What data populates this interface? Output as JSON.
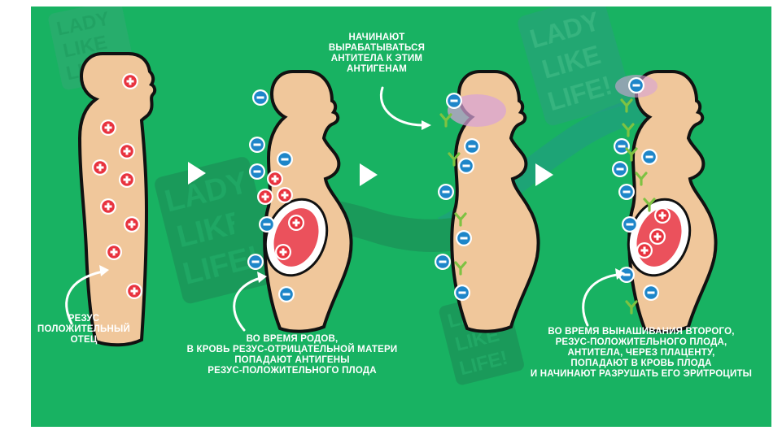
{
  "colors": {
    "background": "#18b262",
    "skin": "#f0c79b",
    "outline": "#111111",
    "positive": "#e8333f",
    "negative": "#1e86c9",
    "antibody": "#7ec242",
    "watermark": "#1f7d52",
    "arrow": "#ffffff"
  },
  "labels": {
    "father": [
      "РЕЗУС",
      "ПОЛОЖИТЕЛЬНЫЙ",
      "ОТЕЦ"
    ],
    "birth": [
      "ВО ВРЕМЯ РОДОВ,",
      "В КРОВЬ РЕЗУС-ОТРИЦАТЕЛЬНОЙ МАТЕРИ",
      "ПОПАДАЮТ АНТИГЕНЫ",
      "РЕЗУС-ПОЛОЖИТЕЛЬНОГО ПЛОДА"
    ],
    "antibodies": [
      "НАЧИНАЮТ",
      "ВЫРАБАТЫВАТЬСЯ",
      "АНТИТЕЛА К ЭТИМ",
      "АНТИГЕНАМ"
    ],
    "second": [
      "ВО ВРЕМЯ ВЫНАШИВАНИЯ ВТОРОГО,",
      "РЕЗУС-ПОЛОЖИТЕЛЬНОГО ПЛОДА,",
      "АНТИТЕЛА, ЧЕРЕЗ ПЛАЦЕНТУ,",
      "ПОПАДАЮТ В КРОВЬ ПЛОДА",
      "И НАЧИНАЮТ РАЗРУШАТЬ ЕГО ЭРИТРОЦИТЫ"
    ]
  },
  "watermark": {
    "text": [
      "LADY",
      "LIKE",
      "LIFE!"
    ]
  }
}
